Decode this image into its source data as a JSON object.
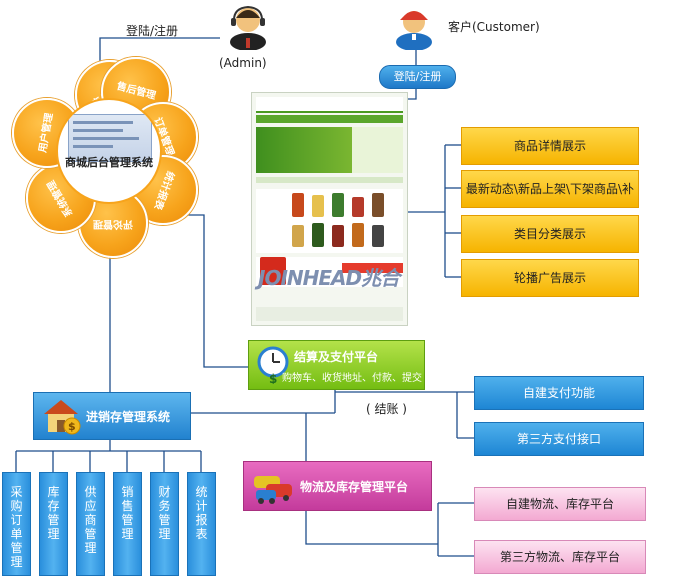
{
  "admin": {
    "login_label": "登陆/注册",
    "role": "(Admin)"
  },
  "customer": {
    "role": "客户(Customer)",
    "login_button": "登陆/注册"
  },
  "backend": {
    "center_title": "商城后台管理系统",
    "modules": [
      "商品管理",
      "售后管理",
      "订单管理",
      "统计报表",
      "评论管理",
      "系统管理",
      "用户管理"
    ]
  },
  "website": {
    "watermark": "JOINHEAD兆合"
  },
  "features": [
    "商品详情展示",
    "最新动态\\新品上架\\下架商品\\补货商品",
    "类目分类展示",
    "轮播广告展示"
  ],
  "payment": {
    "title": "结算及支付平台",
    "subtitle": "购物车、收货地址、付款、提交",
    "settle_label": "( 结账 )",
    "options": [
      "自建支付功能",
      "第三方支付接口"
    ]
  },
  "logistics": {
    "title": "物流及库存管理平台",
    "options": [
      "自建物流、库存平台",
      "第三方物流、库存平台"
    ]
  },
  "inventory": {
    "title": "进销存管理系统",
    "modules": [
      "采购订单管理",
      "库存管理",
      "供应商管理",
      "销售管理",
      "财务管理",
      "统计报表"
    ]
  },
  "colors": {
    "orange": "#f7a41c",
    "yellow": "#f6b400",
    "blue": "#1e86d4",
    "green": "#74bd12",
    "pink": "#c43b9c",
    "line": "#1f4e8c"
  }
}
